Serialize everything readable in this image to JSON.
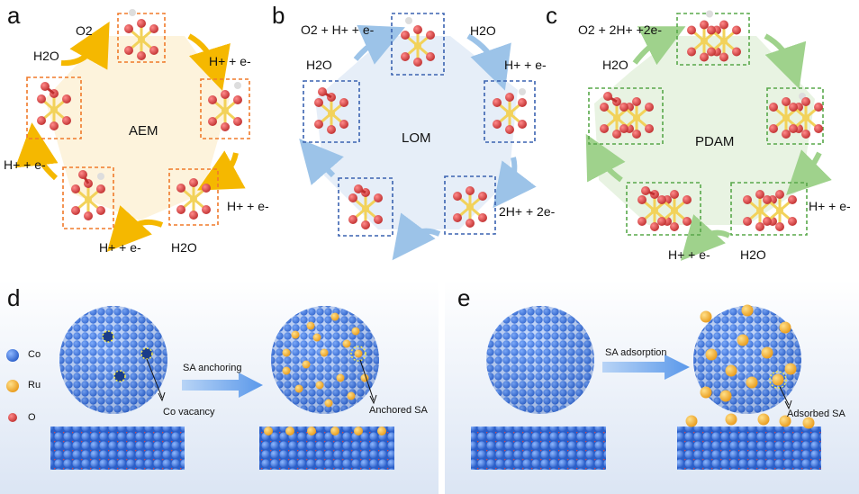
{
  "panels": {
    "a": {
      "letter": "a",
      "center_label": "AEM",
      "labels": {
        "o2": "O2",
        "h2o_top": "H2O",
        "hpe_right_top": "H+ + e-",
        "hpe_left": "H+ + e-",
        "hpe_right_bottom": "H+ + e-",
        "hpe_bottom": "H+ + e-",
        "h2o_bottom": "H2O"
      }
    },
    "b": {
      "letter": "b",
      "center_label": "LOM",
      "labels": {
        "o2hpe": "O2 + H+ + e-",
        "h2o_left": "H2O",
        "h2o_right": "H2O",
        "hpe_right": "H+ + e-",
        "twohpe": "2H+ + 2e-"
      }
    },
    "c": {
      "letter": "c",
      "center_label": "PDAM",
      "labels": {
        "o2": "O2 + 2H+ +2e-",
        "h2o_left": "H2O",
        "hpe_right": "H+ + e-",
        "hpe_bottom": "H+ + e-",
        "h2o_bottom": "H2O"
      }
    },
    "d": {
      "letter": "d",
      "arrow_label": "SA anchoring",
      "callout_left": "Co vacancy",
      "callout_right": "Anchored SA"
    },
    "e": {
      "letter": "e",
      "arrow_label": "SA adsorption",
      "callout_right": "Adsorbed SA"
    }
  },
  "legend": [
    {
      "label": "Co",
      "color": "#3a78e6"
    },
    {
      "label": "Ru",
      "color": "#f5b63d"
    },
    {
      "label": "O",
      "color": "#d94545"
    }
  ],
  "colors": {
    "aem_box": "#f07a2a",
    "aem_arrow": "#f5b800",
    "aem_bg": "#fdf3dc",
    "lom_box": "#3a62b0",
    "lom_arrow": "#9cc3e8",
    "lom_bg": "#e6eef8",
    "pdam_box": "#58a84a",
    "pdam_arrow": "#9fd28c",
    "pdam_bg": "#e8f3e2",
    "co": "#3a78e6",
    "ru": "#f5b63d",
    "o": "#d94545",
    "metal": "#f2d25a",
    "h": "#dddddd"
  }
}
